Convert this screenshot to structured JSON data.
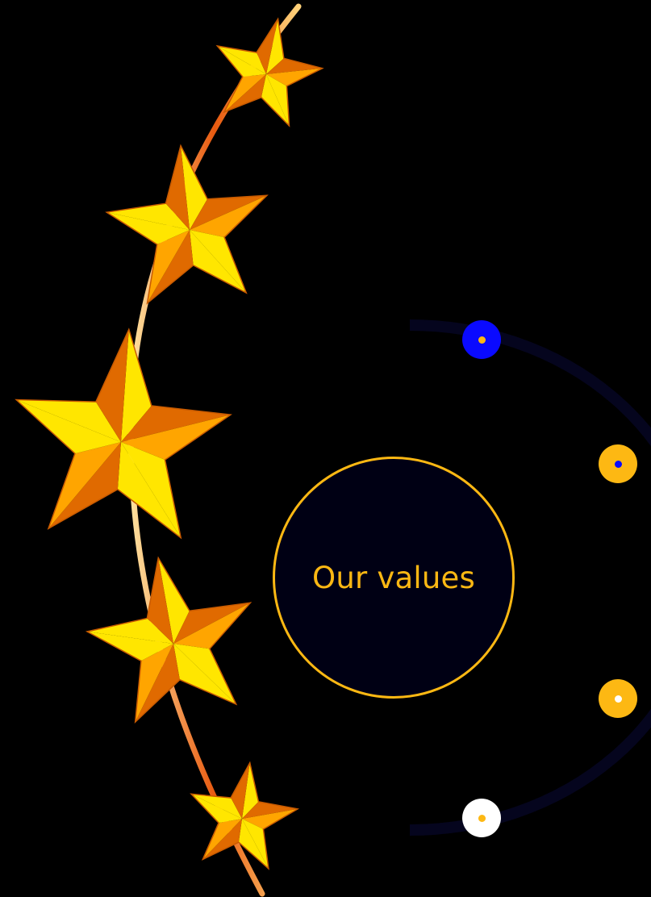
{
  "center": {
    "title": "Our values"
  },
  "colors": {
    "background": "#000000",
    "accent": "#FDB813",
    "blue": "#0A0AFF",
    "white": "#FFFFFF",
    "orbit": "#05051E",
    "star_light": "#FFE600",
    "star_mid": "#FFA500",
    "star_dark": "#E06A00",
    "stem": "#E85A10"
  },
  "decoration": {
    "icon": "star-garland-icon",
    "star_count": 5
  },
  "orbit": {
    "icon": "orbit-arc",
    "dots": [
      {
        "name": "value-dot-1",
        "fill": "#0A0AFF",
        "core": "#FDB813"
      },
      {
        "name": "value-dot-2",
        "fill": "#FDB813",
        "core": "#0A0AFF"
      },
      {
        "name": "value-dot-3",
        "fill": "#FDB813",
        "core": "#FFFFFF"
      },
      {
        "name": "value-dot-4",
        "fill": "#FFFFFF",
        "core": "#FDB813"
      }
    ]
  }
}
